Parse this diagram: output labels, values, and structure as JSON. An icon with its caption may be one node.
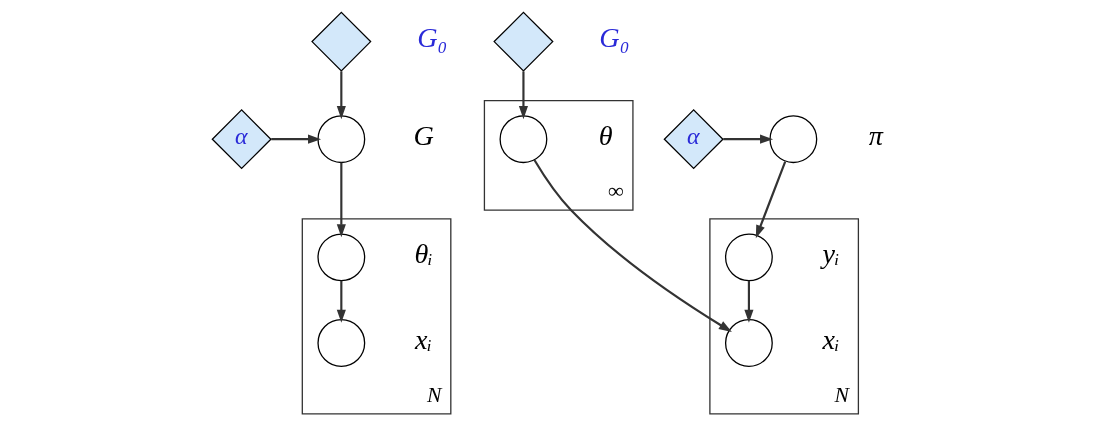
{
  "diagram": {
    "nodes": [
      {
        "text": [],
        "shape": "diamond",
        "beside": [
          "G₀"
        ]
      },
      {
        "text": [
          "α"
        ]
      },
      {
        "text": [],
        "shape": "circle",
        "beside": [
          "G"
        ]
      },
      {
        "text": [
          "N"
        ]
      },
      {
        "text": [],
        "shape": "circle",
        "beside": [
          "θᵢ"
        ],
        "in": 3
      },
      {
        "text": [],
        "shape": "circle",
        "beside": [
          "xᵢ"
        ],
        "in": 3
      },
      {
        "text": [],
        "shape": "diamond",
        "beside": [
          "G₀"
        ]
      },
      {
        "text": [
          "α"
        ]
      },
      {
        "text": [],
        "shape": "circle",
        "beside": [
          "π"
        ]
      },
      {
        "text": [
          "N"
        ]
      },
      {
        "text": [],
        "shape": "circle",
        "beside": [
          "yᵢ"
        ],
        "in": 9
      },
      {
        "text": [],
        "shape": "circle",
        "beside": [
          "xᵢ"
        ],
        "in": 9
      },
      {
        "text": [
          "∞"
        ]
      },
      {
        "text": [],
        "shape": "circle",
        "beside": [
          "θ"
        ],
        "in": 12
      }
    ],
    "edges": [
      {
        "from": 0,
        "to": 2,
        "arrow": "to"
      },
      {
        "from": 1,
        "to": 2,
        "arrow": "to"
      },
      {
        "from": 2,
        "to": 4,
        "arrow": "to"
      },
      {
        "from": 4,
        "to": 5,
        "arrow": "to"
      },
      {
        "from": 6,
        "to": 13,
        "arrow": "to"
      },
      {
        "from": 7,
        "to": 8,
        "arrow": "to"
      },
      {
        "from": 8,
        "to": 10,
        "arrow": "to"
      },
      {
        "from": 10,
        "to": 11,
        "arrow": "to"
      },
      {
        "from": 13,
        "to": 11,
        "arrow": "to"
      }
    ]
  }
}
